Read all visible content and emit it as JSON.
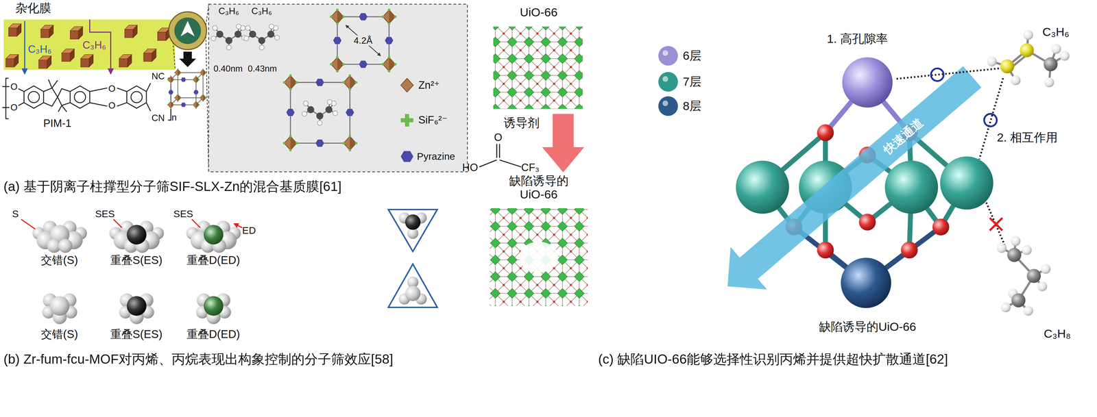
{
  "diagram": {
    "nodes": [
      {
        "text": [
          "UiO-66"
        ]
      },
      {
        "text": [
          "缺陷诱导的 UiO-66"
        ]
      }
    ],
    "edges": [
      {
        "from": 0,
        "to": 1,
        "arrow": "to",
        "label": "诱导剂"
      }
    ],
    "labels": [
      "杂化膜",
      "C₃H₆",
      "C₃H₆",
      "O",
      "O",
      "O",
      "O",
      "PIM-1",
      "NC",
      "CN",
      "n",
      "C₃H₆",
      "C₃H₆",
      "0.40nm",
      "0.43nm",
      "4.2Å",
      "(a) 基于阴离子柱撑型分子筛SIF-SLX-Zn的混合基质膜[61]",
      "O",
      "HO",
      "CF₃",
      "S",
      "SES",
      "SES",
      "ED",
      "交错(S)",
      "重叠S(ES)",
      "重叠D(ED)",
      "交错(S)",
      "重叠S(ES)",
      "重叠D(ED)",
      "(b) Zr-fum-fcu-MOF对丙烯、丙烷表现出构象控制的分子筛效应[58]",
      "1. 高孔隙率",
      "C₃H₆",
      "快速通道",
      "2. 相互作用",
      "C₃H₈",
      "缺陷诱导的UiO-66",
      "(c) 缺陷UIO-66能够选择性识别丙烯并提供超快扩散通道[62]"
    ],
    "legend": [
      {
        "text": "Zn²⁺",
        "color": "#b07a4c"
      },
      {
        "text": "SiF₆²⁻",
        "color": "#6dbb4d"
      },
      {
        "text": "Pyrazine",
        "color": "#4a4aa8"
      },
      {
        "text": "6层",
        "color": "#9b8fd6"
      },
      {
        "text": "7层",
        "color": "#2e9a8c"
      },
      {
        "text": "8层",
        "color": "#2c5a8a"
      }
    ]
  }
}
